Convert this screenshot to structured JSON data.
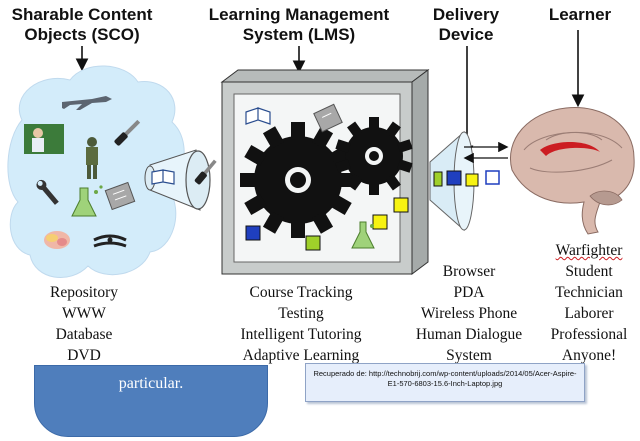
{
  "headers": {
    "sco": [
      "Sharable Content",
      "Objects (SCO)"
    ],
    "lms": [
      "Learning Management",
      "System (LMS)"
    ],
    "delivery": [
      "Delivery",
      "Device"
    ],
    "learner": [
      "Learner"
    ]
  },
  "lists": {
    "sco": [
      "Repository",
      "WWW",
      "Database",
      "DVD"
    ],
    "lms": [
      "Course Tracking",
      "Testing",
      "Intelligent Tutoring",
      "Adaptive Learning"
    ],
    "delivery": [
      "Browser",
      "PDA",
      "Wireless Phone",
      "Human Dialogue",
      "System"
    ],
    "learner": [
      "Warfighter",
      "Student",
      "Technician",
      "Laborer",
      "Professional",
      "Anyone!"
    ]
  },
  "panel": {
    "text": "particular."
  },
  "caption": {
    "text": "Recuperado de: http://technobrij.com/wp-content/uploads/2014/05/Acer-Aspire-E1-570-6803-15.6-Inch-Laptop.jpg"
  },
  "colors": {
    "cloud": "#d3ecfa",
    "box": "#c8cccb",
    "gear": "#111111",
    "panel": "#4f7ebc",
    "brain_highlight": "#cc1d22"
  }
}
